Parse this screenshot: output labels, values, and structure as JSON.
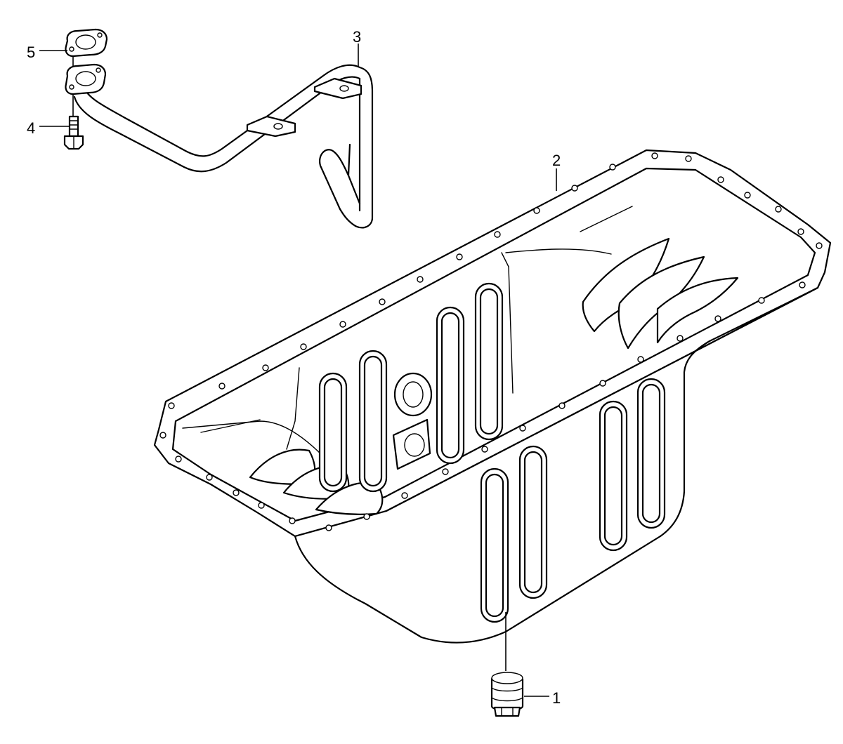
{
  "callouts": {
    "c1": "1",
    "c2": "2",
    "c3": "3",
    "c4": "4",
    "c5": "5"
  },
  "parts": {
    "p1": "drain-plug",
    "p2": "oil-pan",
    "p3": "oil-return-pipe",
    "p4": "bolt",
    "p5": "gasket"
  }
}
